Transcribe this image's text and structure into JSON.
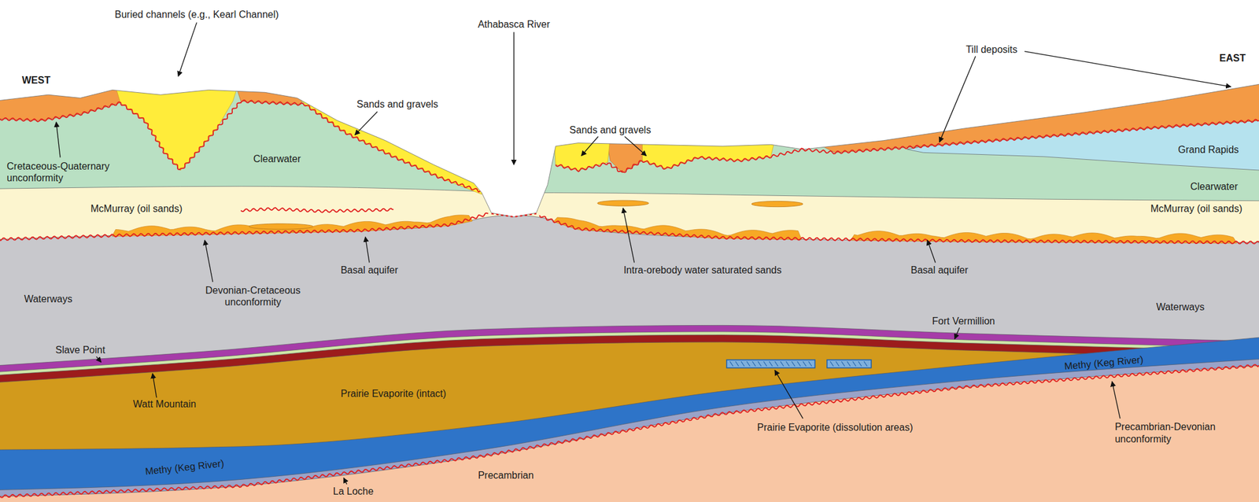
{
  "diagram": {
    "labels": [
      "Buried channels (e.g., Kearl Channel)",
      "Athabasca River",
      "Till deposits",
      "WEST",
      "EAST",
      "Sands and gravels",
      "Sands and gravels",
      "Grand Rapids",
      "Clearwater",
      "Cretaceous-Quaternary unconformity",
      "Clearwater",
      "McMurray (oil sands)",
      "McMurray (oil sands)",
      "Intra-orebody water saturated sands",
      "Basal aquifer",
      "Basal aquifer",
      "Devonian-Cretaceous unconformity",
      "Waterways",
      "Waterways",
      "Fort Vermillion",
      "Slave Point",
      "Watt Mountain",
      "Prairie Evaporite (intact)",
      "Methy (Keg River)",
      "Methy (Keg River)",
      "Prairie Evaporite (dissolution areas)",
      "Precambrian-Devonian unconformity",
      "Precambrian",
      "La Loche"
    ]
  }
}
